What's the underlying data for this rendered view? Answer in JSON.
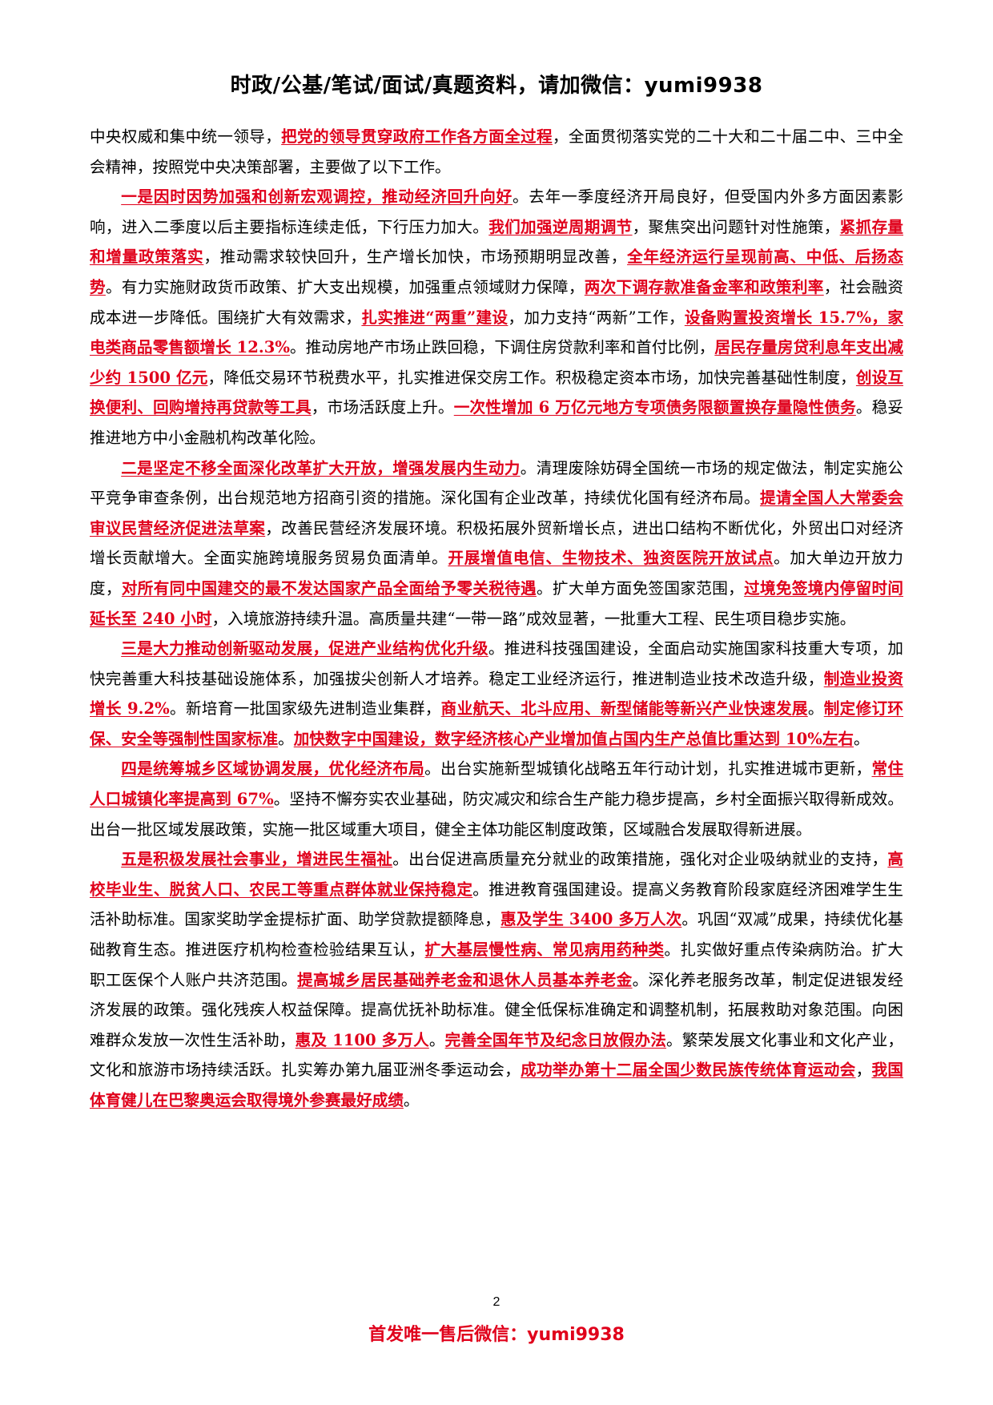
{
  "header": {
    "title": "时政/公基/笔试/面试/真题资料，请加微信：yumi9938"
  },
  "paragraphs": [
    {
      "indent": false,
      "spans": [
        {
          "t": "中央权威和集中统一领导，"
        },
        {
          "t": "把党的领导贯穿政府工作各方面全过程",
          "hl": true
        },
        {
          "t": "，全面贯彻落实党的二十大和二十届二中、三中全会精神，按照党中央决策部署，主要做了以下工作。"
        }
      ]
    },
    {
      "indent": true,
      "spans": [
        {
          "t": "一是因时因势加强和创新宏观调控，推动经济回升向好",
          "hl": true
        },
        {
          "t": "。去年一季度经济开局良好，但受国内外多方面因素影响，进入二季度以后主要指标连续走低，下行压力加大。"
        },
        {
          "t": "我们加强逆周期调节",
          "hl": true
        },
        {
          "t": "，聚焦突出问题针对性施策，"
        },
        {
          "t": "紧抓存量和增量政策落实",
          "hl": true
        },
        {
          "t": "，推动需求较快回升，生产增长加快，市场预期明显改善，"
        },
        {
          "t": "全年经济运行呈现前高、中低、后扬态势",
          "hl": true
        },
        {
          "t": "。有力实施财政货币政策、扩大支出规模，加强重点领域财力保障，"
        },
        {
          "t": "两次下调存款准备金率和政策利率",
          "hl": true
        },
        {
          "t": "，社会融资成本进一步降低。围绕扩大有效需求，"
        },
        {
          "t": "扎实推进“两重”建设",
          "hl": true
        },
        {
          "t": "，加力支持“两新”工作，"
        },
        {
          "t": "设备购置投资增长 15.7%，家电类商品零售额增长 12.3%",
          "hl": true
        },
        {
          "t": "。推动房地产市场止跌回稳，下调住房贷款利率和首付比例，"
        },
        {
          "t": "居民存量房贷利息年支出减少约 1500 亿元",
          "hl": true
        },
        {
          "t": "，降低交易环节税费水平，扎实推进保交房工作。积极稳定资本市场，加快完善基础性制度，"
        },
        {
          "t": "创设互换便利、回购增持再贷款等工具",
          "hl": true
        },
        {
          "t": "，市场活跃度上升。"
        },
        {
          "t": "一次性增加 6 万亿元地方专项债务限额置换存量隐性债务",
          "hl": true
        },
        {
          "t": "。稳妥推进地方中小金融机构改革化险。"
        }
      ]
    },
    {
      "indent": true,
      "spans": [
        {
          "t": "二是坚定不移全面深化改革扩大开放，增强发展内生动力",
          "hl": true
        },
        {
          "t": "。清理废除妨碍全国统一市场的规定做法，制定实施公平竞争审查条例，出台规范地方招商引资的措施。深化国有企业改革，持续优化国有经济布局。"
        },
        {
          "t": "提请全国人大常委会审议民营经济促进法草案",
          "hl": true
        },
        {
          "t": "，改善民营经济发展环境。积极拓展外贸新增长点，进出口结构不断优化，外贸出口对经济增长贡献增大。全面实施跨境服务贸易负面清单。"
        },
        {
          "t": "开展增值电信、生物技术、独资医院开放试点",
          "hl": true
        },
        {
          "t": "。加大单边开放力度，"
        },
        {
          "t": "对所有同中国建交的最不发达国家产品全面给予零关税待遇",
          "hl": true
        },
        {
          "t": "。扩大单方面免签国家范围，"
        },
        {
          "t": "过境免签境内停留时间延长至 240 小时",
          "hl": true
        },
        {
          "t": "，入境旅游持续升温。高质量共建“一带一路”成效显著，一批重大工程、民生项目稳步实施。"
        }
      ]
    },
    {
      "indent": true,
      "spans": [
        {
          "t": "三是大力推动创新驱动发展，促进产业结构优化升级",
          "hl": true
        },
        {
          "t": "。推进科技强国建设，全面启动实施国家科技重大专项，加快完善重大科技基础设施体系，加强拔尖创新人才培养。稳定工业经济运行，推进制造业技术改造升级，"
        },
        {
          "t": "制造业投资增长 9.2%",
          "hl": true
        },
        {
          "t": "。新培育一批国家级先进制造业集群，"
        },
        {
          "t": "商业航天、北斗应用、新型储能等新兴产业快速发展",
          "hl": true
        },
        {
          "t": "。"
        },
        {
          "t": "制定修订环保、安全等强制性国家标准",
          "hl": true
        },
        {
          "t": "。"
        },
        {
          "t": "加快数字中国建设，数字经济核心产业增加值占国内生产总值比重达到 10%左右",
          "hl": true
        },
        {
          "t": "。"
        }
      ]
    },
    {
      "indent": true,
      "spans": [
        {
          "t": "四是统筹城乡区域协调发展，优化经济布局",
          "hl": true
        },
        {
          "t": "。出台实施新型城镇化战略五年行动计划，扎实推进城市更新，"
        },
        {
          "t": "常住人口城镇化率提高到 67%",
          "hl": true
        },
        {
          "t": "。坚持不懈夯实农业基础，防灾减灾和综合生产能力稳步提高，乡村全面振兴取得新成效。出台一批区域发展政策，实施一批区域重大项目，健全主体功能区制度政策，区域融合发展取得新进展。"
        }
      ]
    },
    {
      "indent": true,
      "spans": [
        {
          "t": "五是积极发展社会事业，增进民生福祉",
          "hl": true
        },
        {
          "t": "。出台促进高质量充分就业的政策措施，强化对企业吸纳就业的支持，"
        },
        {
          "t": "高校毕业生、脱贫人口、农民工等重点群体就业保持稳定",
          "hl": true
        },
        {
          "t": "。推进教育强国建设。提高义务教育阶段家庭经济困难学生生活补助标准。国家奖助学金提标扩面、助学贷款提额降息，"
        },
        {
          "t": "惠及学生 3400 多万人次",
          "hl": true
        },
        {
          "t": "。巩固“双减”成果，持续优化基础教育生态。推进医疗机构检查检验结果互认，"
        },
        {
          "t": "扩大基层慢性病、常见病用药种类",
          "hl": true
        },
        {
          "t": "。扎实做好重点传染病防治。扩大职工医保个人账户共济范围。"
        },
        {
          "t": "提高城乡居民基础养老金和退休人员基本养老金",
          "hl": true
        },
        {
          "t": "。深化养老服务改革，制定促进银发经济发展的政策。强化残疾人权益保障。提高优抚补助标准。健全低保标准确定和调整机制，拓展救助对象范围。向困难群众发放一次性生活补助，"
        },
        {
          "t": "惠及 1100 多万人",
          "hl": true
        },
        {
          "t": "。"
        },
        {
          "t": "完善全国年节及纪念日放假办法",
          "hl": true
        },
        {
          "t": "。繁荣发展文化事业和文化产业，文化和旅游市场持续活跃。扎实筹办第九届亚洲冬季运动会，"
        },
        {
          "t": "成功举办第十二届全国少数民族传统体育运动会",
          "hl": true
        },
        {
          "t": "，"
        },
        {
          "t": "我国体育健儿在巴黎奥运会取得境外参赛最好成绩",
          "hl": true
        },
        {
          "t": "。"
        }
      ]
    }
  ],
  "page_number": "2",
  "footer": {
    "text": "首发唯一售后微信：yumi9938"
  },
  "colors": {
    "highlight": "#e0001b",
    "text": "#000000"
  }
}
